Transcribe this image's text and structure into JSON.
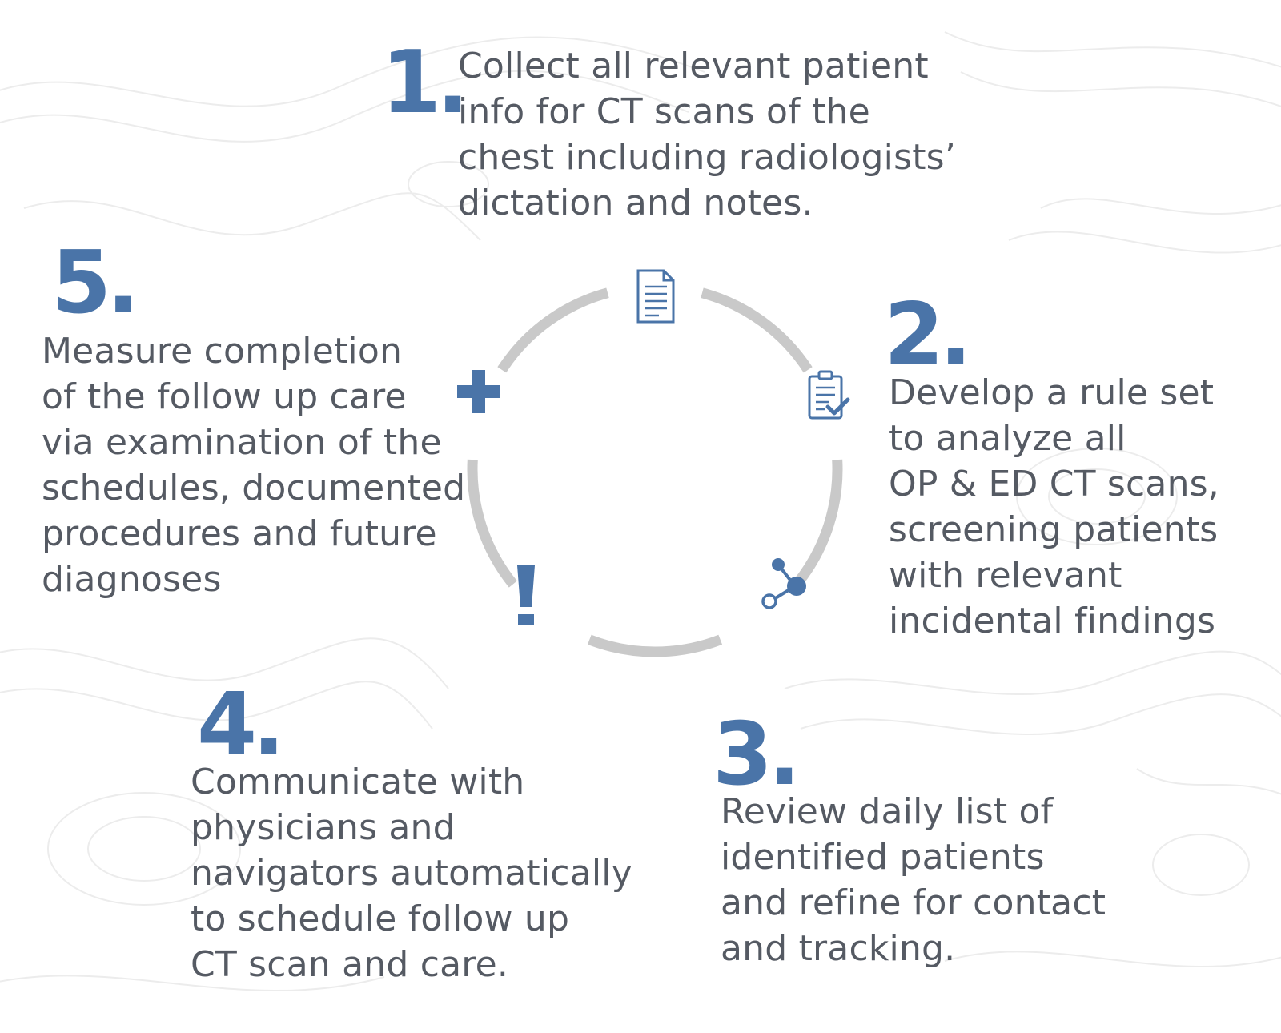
{
  "colors": {
    "accent": "#4a74a8",
    "text": "#555a63",
    "ring": "#c9c9c9",
    "background": "#ffffff",
    "contour": "#ececec"
  },
  "steps": [
    {
      "number": "1.",
      "lines": [
        "Collect all relevant patient",
        "info for CT scans of the",
        "chest including radiologists’",
        "dictation and notes."
      ],
      "icon": "document-icon"
    },
    {
      "number": "2.",
      "lines": [
        "Develop a rule set",
        "to analyze all",
        "OP & ED CT scans,",
        "screening patients",
        "with relevant",
        "incidental findings"
      ],
      "icon": "clipboard-check-icon"
    },
    {
      "number": "3.",
      "lines": [
        "Review daily list of",
        "identified patients",
        "and refine for contact",
        "and tracking."
      ],
      "icon": "share-nodes-icon"
    },
    {
      "number": "4.",
      "lines": [
        "Communicate with",
        "physicians and",
        "navigators automatically",
        "to schedule follow up",
        "CT scan and care."
      ],
      "icon": "exclamation-icon"
    },
    {
      "number": "5.",
      "lines": [
        "Measure completion",
        "of the follow up care",
        "via examination of the",
        "schedules, documented",
        "procedures and future",
        "diagnoses"
      ],
      "icon": "medical-plus-icon"
    }
  ]
}
